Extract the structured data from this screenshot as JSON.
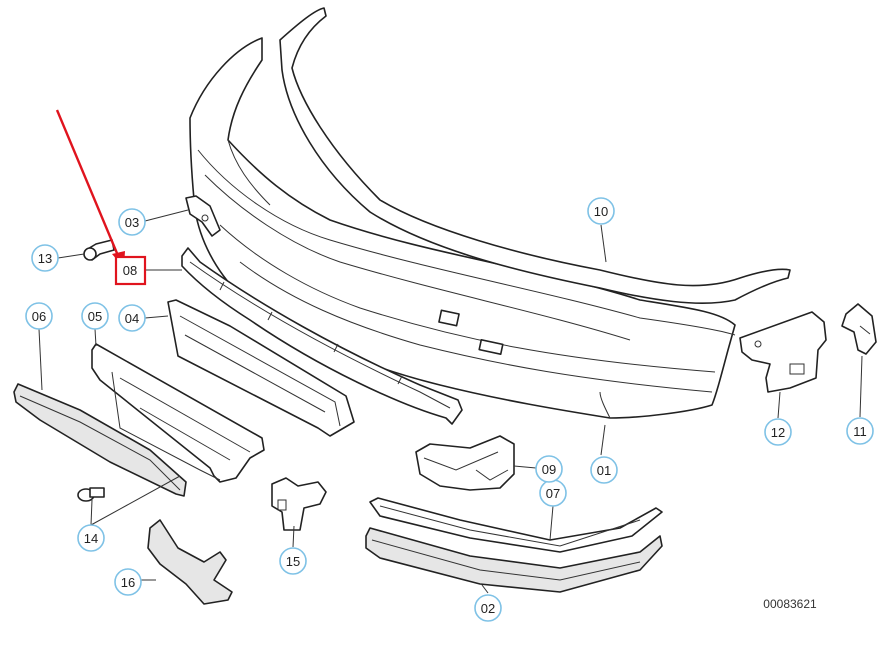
{
  "diagram": {
    "callouts": {
      "c01": "01",
      "c02": "02",
      "c03": "03",
      "c04": "04",
      "c05": "05",
      "c06": "06",
      "c07": "07",
      "c08": "08",
      "c09": "09",
      "c10": "10",
      "c11": "11",
      "c12": "12",
      "c13": "13",
      "c14": "14",
      "c15": "15",
      "c16": "16"
    },
    "highlighted_part": "08",
    "reference_number": "00083621",
    "colors": {
      "callout_ring": "#7fc2e6",
      "highlight": "#e0141e",
      "line": "#222222"
    }
  }
}
